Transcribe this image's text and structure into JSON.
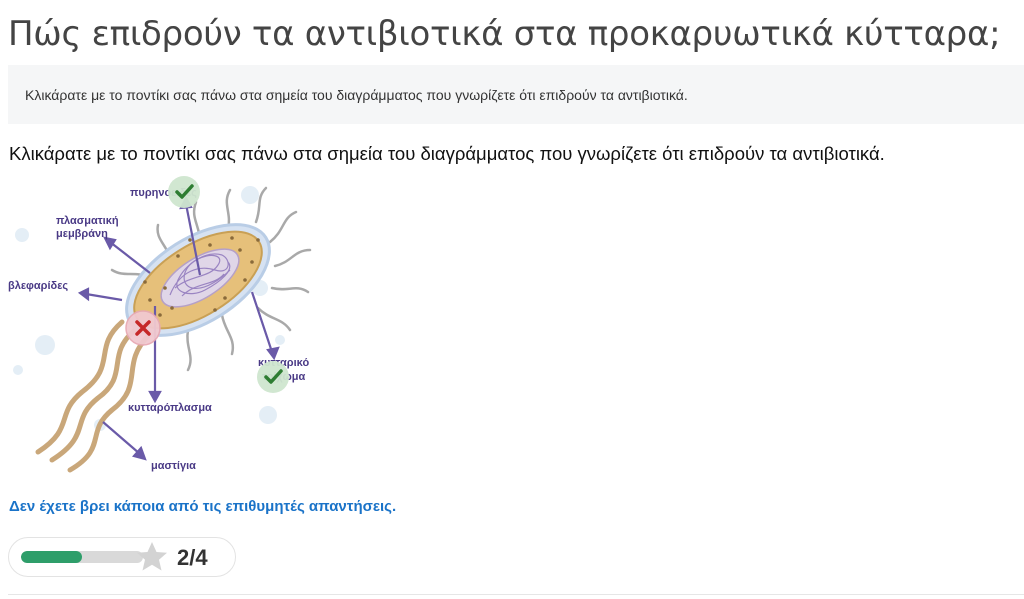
{
  "page": {
    "title": "Πώς επιδρούν τα αντιβιοτικά στα προκαρυωτικά κύτταρα;",
    "instruction": "Κλικάρατε με το ποντίκι σας πάνω στα σημεία του διαγράμματος που γνωρίζετε ότι επιδρούν τα αντιβιοτικά.",
    "question": "Κλικάρατε με το ποντίκι σας πάνω στα σημεία του διαγράμματος που γνωρίζετε ότι επιδρούν τα αντιβιοτικά."
  },
  "diagram": {
    "labels": {
      "nucleoid": "πυρηνοειδές",
      "membrane_line1": "πλασματική",
      "membrane_line2": "μεμβράνη",
      "fimbriae": "βλεφαρίδες",
      "wall_line1": "κυτταρικό",
      "wall_line2": "τοίχωμα",
      "cytoplasm": "κυτταρόπλασμα",
      "flagella": "μαστίγια"
    },
    "markers": {
      "nucleoid": "correct",
      "cell_wall": "correct",
      "membrane_end": "wrong"
    }
  },
  "feedback": {
    "text": "Δεν έχετε βρει κάποια από τις επιθυμητές απαντήσεις."
  },
  "score": {
    "found": 2,
    "total": 4,
    "display": "2/4",
    "progress_fraction": 0.5
  },
  "colors": {
    "progress": "#2e9e6a",
    "link": "#1a73c8",
    "correct": "#2e7d32",
    "wrong": "#c62828"
  }
}
